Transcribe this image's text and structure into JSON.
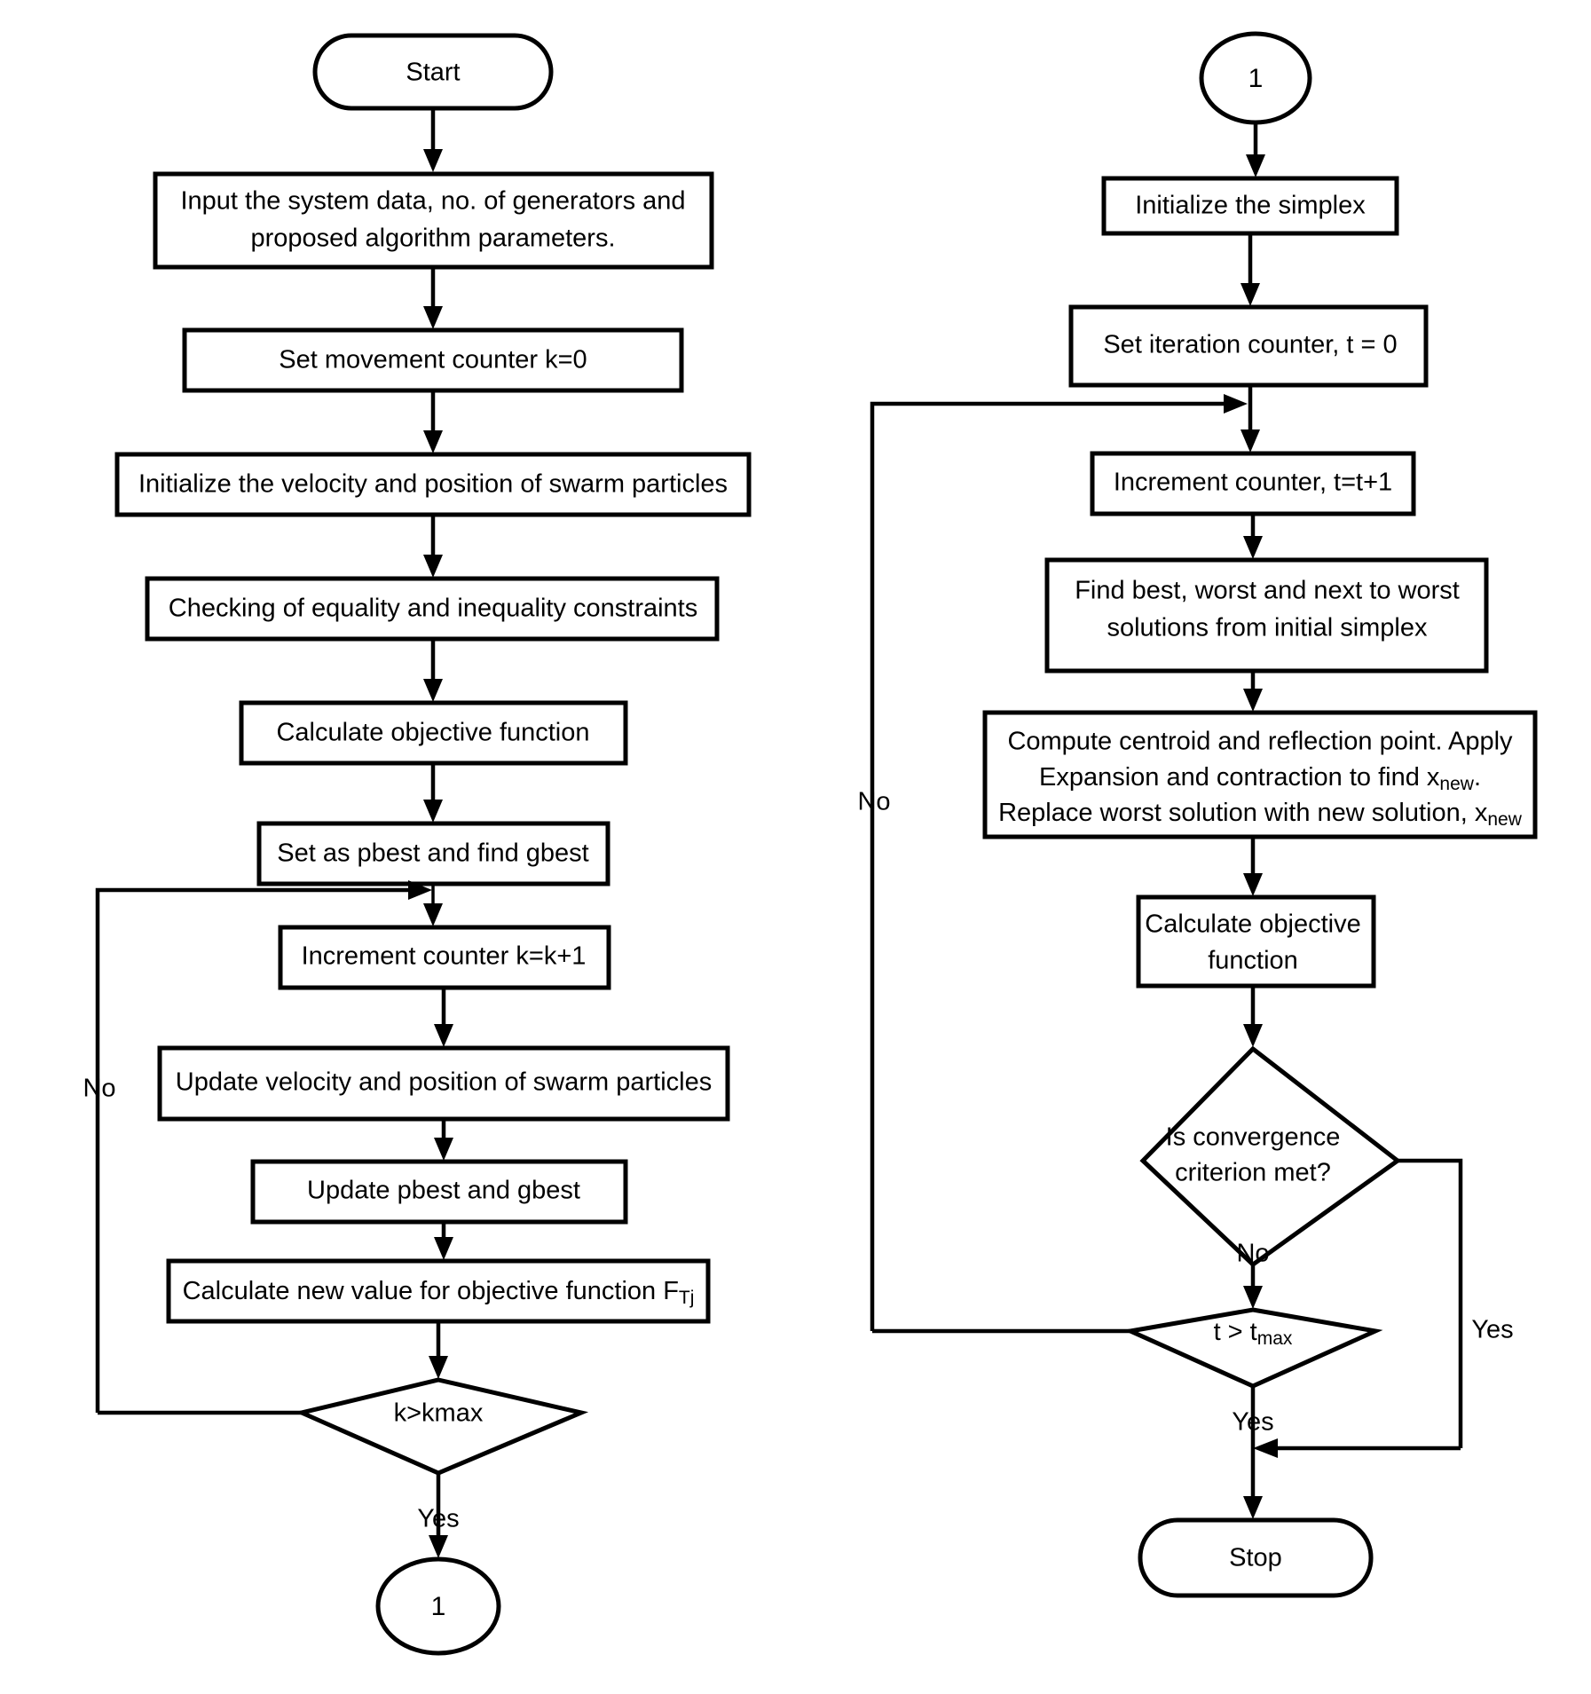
{
  "diagram": {
    "title": "Hybrid PSO Nelder-Mead simplex algorithm flowchart",
    "type": "flowchart",
    "background_color": "#ffffff",
    "line_color": "#000000",
    "text_color": "#000000"
  },
  "left_column": {
    "nodes": [
      {
        "id": "start",
        "shape": "terminator",
        "label": "Start"
      },
      {
        "id": "input-data",
        "shape": "process",
        "label_line1": "Input the system data, no. of generators and",
        "label_line2": "proposed algorithm parameters."
      },
      {
        "id": "set-movement-counter",
        "shape": "process",
        "label": "Set movement counter k=0"
      },
      {
        "id": "initialize-swarm",
        "shape": "process",
        "label": "Initialize the velocity and position of swarm particles"
      },
      {
        "id": "check-constraints",
        "shape": "process",
        "label": "Checking of equality and inequality constraints"
      },
      {
        "id": "calculate-objective",
        "shape": "process",
        "label": "Calculate objective function"
      },
      {
        "id": "set-pbest-gbest",
        "shape": "process",
        "label": "Set as pbest and find gbest"
      },
      {
        "id": "increment-counter-k",
        "shape": "process",
        "label": "Increment counter k=k+1"
      },
      {
        "id": "update-velocity-position",
        "shape": "process",
        "label": "Update velocity and position of swarm particles"
      },
      {
        "id": "update-pbest-gbest",
        "shape": "process",
        "label": "Update pbest and gbest"
      },
      {
        "id": "calculate-new-value",
        "shape": "process",
        "label_main": "Calculate new value for objective function F",
        "label_sub1": "T",
        "label_sub2": "j"
      },
      {
        "id": "k-greater-kmax",
        "shape": "decision",
        "label": "k>kmax"
      },
      {
        "id": "connector-1-bottom",
        "shape": "connector",
        "label": "1"
      }
    ],
    "edge_labels": {
      "no": "No",
      "yes": "Yes"
    }
  },
  "right_column": {
    "nodes": [
      {
        "id": "connector-1-top",
        "shape": "connector",
        "label": "1"
      },
      {
        "id": "initialize-simplex",
        "shape": "process",
        "label": "Initialize the simplex"
      },
      {
        "id": "set-iteration-counter",
        "shape": "process",
        "label": "Set iteration counter, t = 0"
      },
      {
        "id": "increment-counter-t",
        "shape": "process",
        "label": "Increment counter, t=t+1"
      },
      {
        "id": "find-best-worst",
        "shape": "process",
        "label_line1": "Find  best, worst and next to worst",
        "label_line2": "solutions from initial simplex"
      },
      {
        "id": "compute-centroid",
        "shape": "process",
        "label_line1": "Compute centroid and reflection point. Apply",
        "label_line2_main": "Expansion and contraction to find x",
        "label_line2_sub": "new",
        "label_line2_tail": ".",
        "label_line3_main": "Replace worst solution with new solution, x",
        "label_line3_sub": "new"
      },
      {
        "id": "calculate-objective-2",
        "shape": "process",
        "label_line1": "Calculate objective",
        "label_line2": "function"
      },
      {
        "id": "is-convergence",
        "shape": "decision",
        "label_line1": "Is convergence",
        "label_line2": "criterion met?"
      },
      {
        "id": "t-greater-tmax",
        "shape": "decision",
        "label_main": "t > t",
        "label_sub": "max"
      },
      {
        "id": "stop",
        "shape": "terminator",
        "label": "Stop"
      }
    ],
    "edge_labels": {
      "no_left": "No",
      "no_mid": "No",
      "yes_right": "Yes",
      "yes_bottom": "Yes"
    }
  }
}
